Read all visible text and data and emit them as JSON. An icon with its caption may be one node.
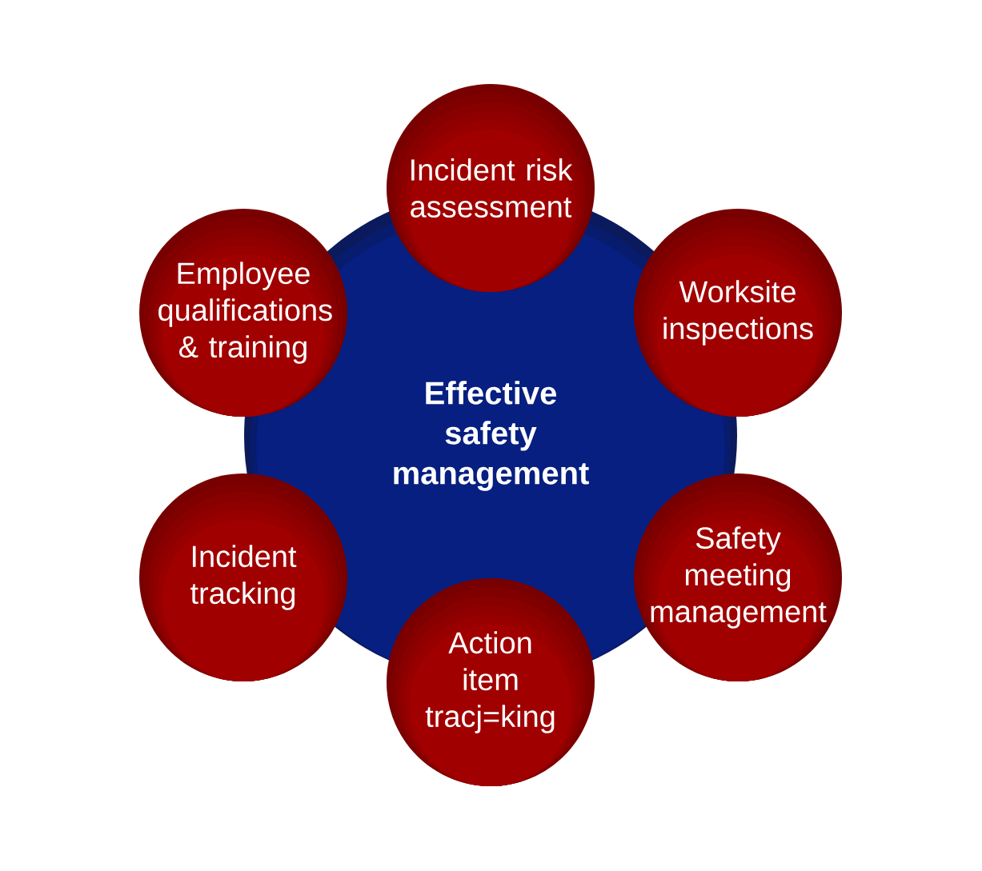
{
  "diagram": {
    "nodes": [
      {
        "text": [
          "Effective safety management"
        ]
      },
      {
        "text": [
          "Incident risk assessment"
        ]
      },
      {
        "text": [
          "Worksite inspections"
        ]
      },
      {
        "text": [
          "Safety meeting management"
        ]
      },
      {
        "text": [
          "Action item tracj=king"
        ]
      },
      {
        "text": [
          "Incident tracking"
        ]
      },
      {
        "text": [
          "Employee qualifications & training"
        ]
      }
    ]
  }
}
